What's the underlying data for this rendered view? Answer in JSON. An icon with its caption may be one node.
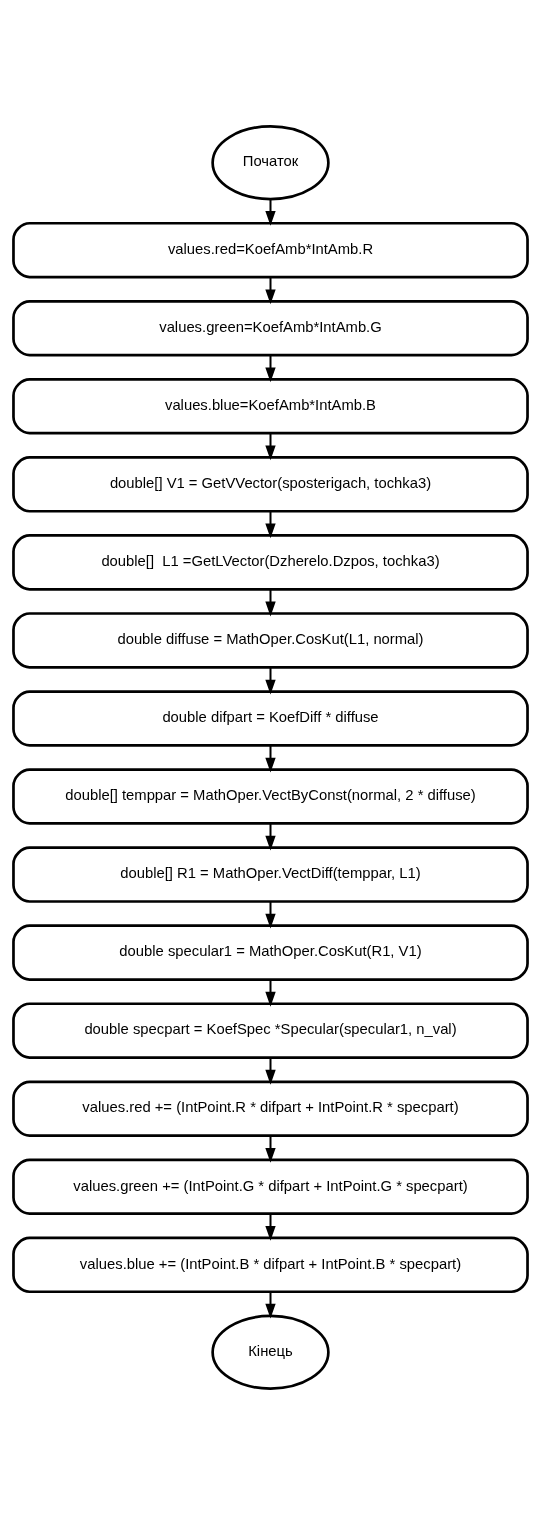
{
  "diagram": {
    "nodes": [
      {
        "text": [
          "Початок"
        ]
      },
      {
        "text": [
          "values.red=KoefAmb*IntAmb.R"
        ]
      },
      {
        "text": [
          "values.green=KoefAmb*IntAmb.G"
        ]
      },
      {
        "text": [
          "values.blue=KoefAmb*IntAmb.B"
        ]
      },
      {
        "text": [
          "double[] V1 = GetVVector(sposterigach, tochka3)"
        ]
      },
      {
        "text": [
          "double[]  L1 =GetLVector(Dzherelo.Dzpos, tochka3)"
        ]
      },
      {
        "text": [
          "double diffuse = MathOper.CosKut(L1, normal)"
        ]
      },
      {
        "text": [
          "double difpart = KoefDiff * diffuse"
        ]
      },
      {
        "text": [
          "double[] temppar = MathOper.VectByConst(normal, 2 * diffuse)"
        ]
      },
      {
        "text": [
          "double[] R1 = MathOper.VectDiff(temppar, L1)"
        ]
      },
      {
        "text": [
          "double specular1 = MathOper.CosKut(R1, V1)"
        ]
      },
      {
        "text": [
          "double specpart = KoefSpec *Specular(specular1, n_val)"
        ]
      },
      {
        "text": [
          "values.red += (IntPoint.R * difpart + IntPoint.R * specpart)"
        ]
      },
      {
        "text": [
          "values.green += (IntPoint.G * difpart + IntPoint.G * specpart)"
        ]
      },
      {
        "text": [
          "values.blue += (IntPoint.B * difpart + IntPoint.B * specpart)"
        ]
      },
      {
        "text": [
          "Кінець"
        ]
      }
    ],
    "edges": [
      {
        "from": 0,
        "to": 1,
        "arrow": "to"
      },
      {
        "from": 1,
        "to": 2,
        "arrow": "to"
      },
      {
        "from": 2,
        "to": 3,
        "arrow": "to"
      },
      {
        "from": 3,
        "to": 4,
        "arrow": "to"
      },
      {
        "from": 4,
        "to": 5,
        "arrow": "to"
      },
      {
        "from": 5,
        "to": 6,
        "arrow": "to"
      },
      {
        "from": 6,
        "to": 7,
        "arrow": "to"
      },
      {
        "from": 7,
        "to": 8,
        "arrow": "to"
      },
      {
        "from": 8,
        "to": 9,
        "arrow": "to"
      },
      {
        "from": 9,
        "to": 10,
        "arrow": "to"
      },
      {
        "from": 10,
        "to": 11,
        "arrow": "to"
      },
      {
        "from": 11,
        "to": 12,
        "arrow": "to"
      },
      {
        "from": 12,
        "to": 13,
        "arrow": "to"
      },
      {
        "from": 13,
        "to": 14,
        "arrow": "to"
      },
      {
        "from": 14,
        "to": 15,
        "arrow": "to"
      }
    ]
  }
}
